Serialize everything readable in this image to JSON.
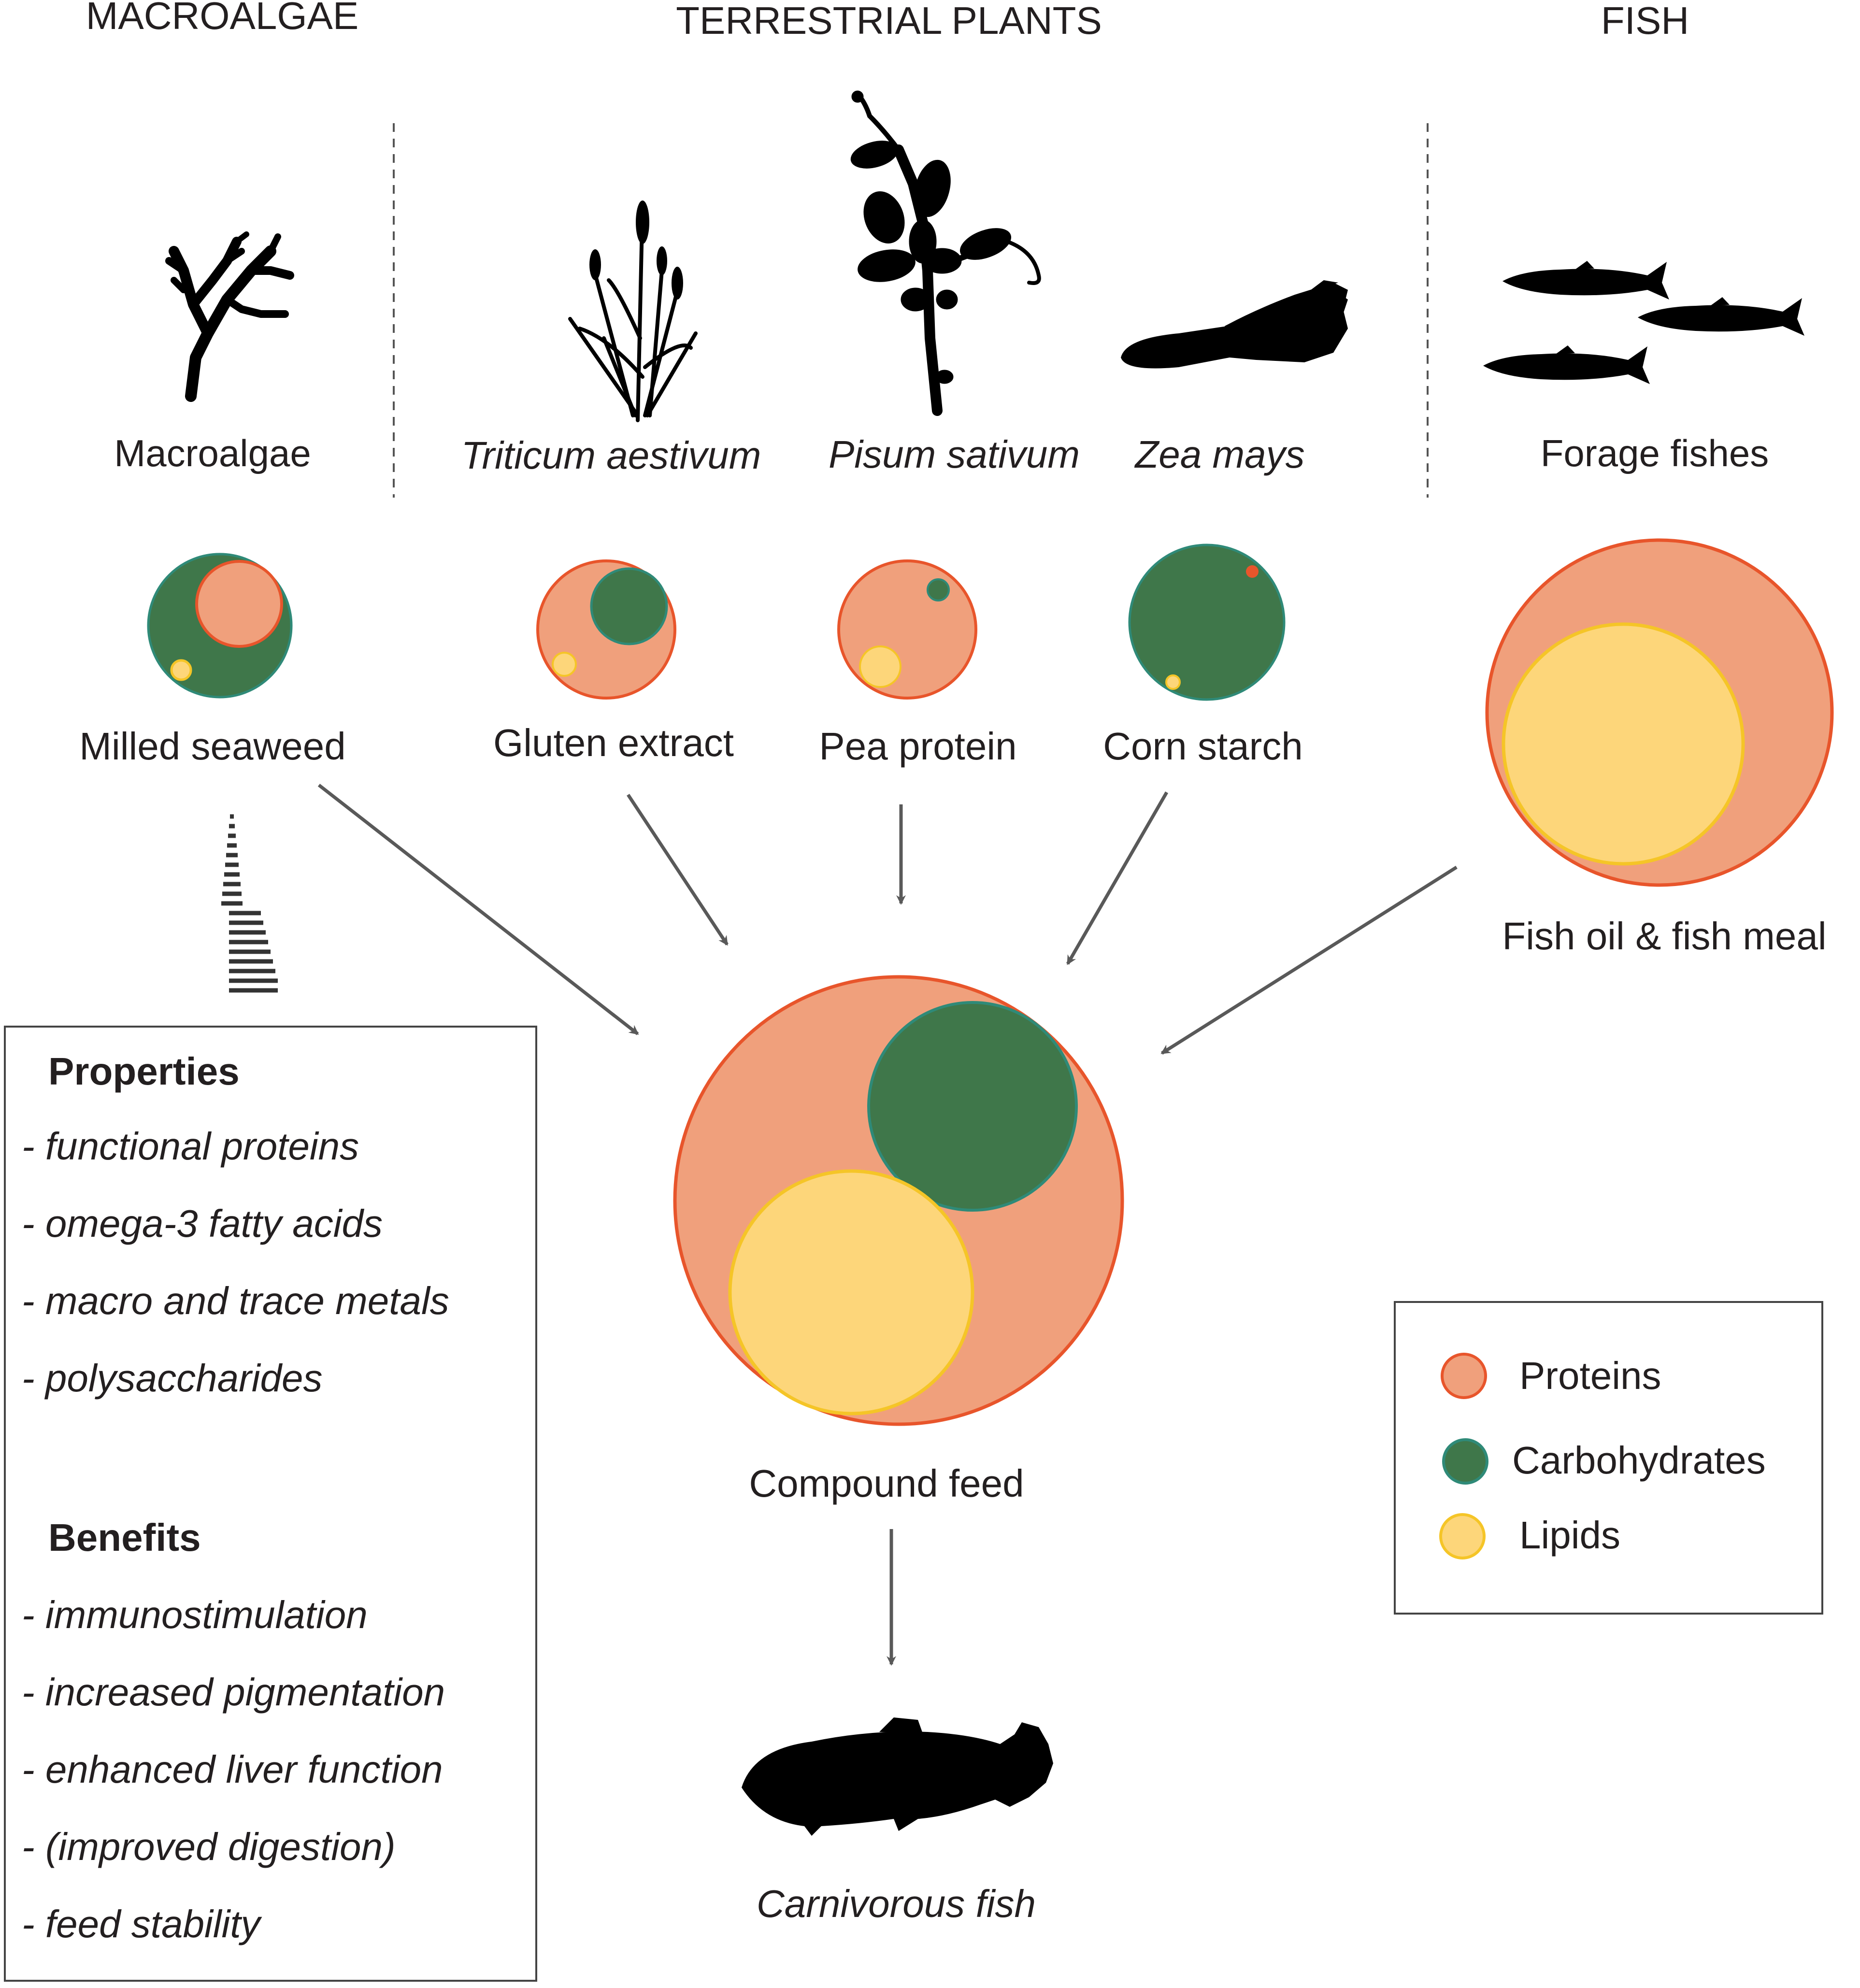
{
  "headers": {
    "macroalgae": "MACROALGAE",
    "terrestrial": "TERRESTRIAL PLANTS",
    "fish": "FISH"
  },
  "sources": [
    {
      "id": "macroalgae",
      "name": "Macroalgae",
      "product": "Milled seaweed"
    },
    {
      "id": "wheat",
      "name": "Triticum aestivum",
      "product": "Gluten extract"
    },
    {
      "id": "pea",
      "name": "Pisum sativum",
      "product": "Pea protein"
    },
    {
      "id": "corn",
      "name": "Zea mays",
      "product": "Corn starch"
    },
    {
      "id": "forage",
      "name": "Forage fishes",
      "product": "Fish oil & fish meal"
    }
  ],
  "center": {
    "label": "Compound feed",
    "target": "Carnivorous fish"
  },
  "properties_box": {
    "properties_heading": "Properties",
    "properties": [
      "- functional proteins",
      "- omega-3 fatty acids",
      "- macro and trace metals",
      "- polysaccharides"
    ],
    "benefits_heading": "Benefits",
    "benefits": [
      "- immunostimulation",
      "- increased pigmentation",
      "- enhanced liver function",
      "- (improved digestion)",
      "- feed stability"
    ]
  },
  "legend": [
    {
      "label": "Proteins",
      "color": "#f0a07c",
      "stroke": "#e8552b"
    },
    {
      "label": "Carbohydrates",
      "color": "#3f774a",
      "stroke": "#2f8a78"
    },
    {
      "label": "Lipids",
      "color": "#fdd67a",
      "stroke": "#f5c527"
    }
  ],
  "colors": {
    "protein_fill": "#f0a07c",
    "protein_stroke": "#e8552b",
    "carb_fill": "#3f774a",
    "carb_stroke": "#2f8a78",
    "lipid_fill": "#fdd67a",
    "lipid_stroke": "#f5c527",
    "arrow": "#595959"
  }
}
